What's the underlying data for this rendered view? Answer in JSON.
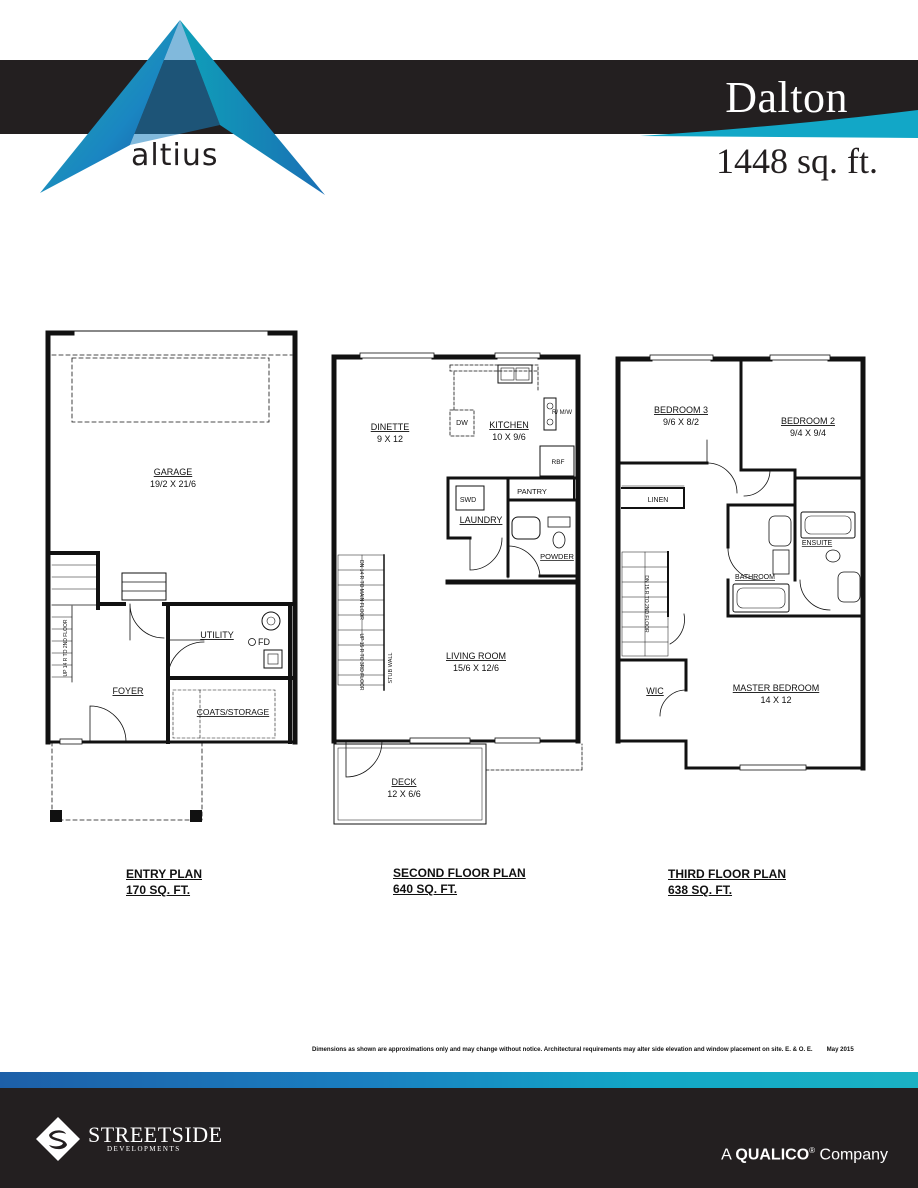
{
  "header": {
    "title": "Dalton",
    "sqft": "1448 sq. ft.",
    "brand": "altius"
  },
  "plans": {
    "entry": {
      "name": "ENTRY PLAN",
      "area": "170 SQ. FT.",
      "rooms": {
        "garage": "GARAGE",
        "garage_dim": "19/2 X 21/6",
        "utility": "UTILITY",
        "fd": "FD",
        "foyer": "FOYER",
        "coats": "COATS/STORAGE",
        "stair_note": "UP 14 R TO 2ND FLOOR"
      }
    },
    "second": {
      "name": "SECOND FLOOR PLAN",
      "area": "640 SQ. FT.",
      "rooms": {
        "dinette": "DINETTE",
        "dinette_dim": "9 X 12",
        "kitchen": "KITCHEN",
        "kitchen_dim": "10 X 9/6",
        "dw": "DW",
        "r_mw": "R/ M/W",
        "rbf": "RBF",
        "pantry": "PANTRY",
        "swd": "SWD",
        "laundry": "LAUNDRY",
        "powder": "POWDER",
        "living": "LIVING ROOM",
        "living_dim": "15/6 X 12/6",
        "deck": "DECK",
        "deck_dim": "12 X 6/6",
        "stub_wall": "STUB WALL",
        "stair_down": "DN 14 R TO MAIN FLOOR",
        "stair_up": "UP 15 R TO 3RD FLOOR"
      }
    },
    "third": {
      "name": "THIRD FLOOR PLAN",
      "area": "638 SQ. FT.",
      "rooms": {
        "bed3": "BEDROOM 3",
        "bed3_dim": "9/6 X 8/2",
        "bed2": "BEDROOM 2",
        "bed2_dim": "9/4 X 9/4",
        "linen": "LINEN",
        "bathroom": "BATHROOM",
        "ensuite": "ENSUITE",
        "wic": "WIC",
        "master": "MASTER BEDROOM",
        "master_dim": "14 X 12",
        "stair_down": "DN 15 R TO 2ND FLOOR"
      }
    }
  },
  "disclaimer": "Dimensions as shown are approximations only and may change without notice. Architectural requirements may alter side elevation and window placement on site. E. & O. E.",
  "date": "May 2015",
  "footer": {
    "brand": "STREETSIDE",
    "brand_sub": "DEVELOPMENTS",
    "company_prefix": "A",
    "company_name": "QUALICO",
    "company_reg": "®",
    "company_suffix": "Company"
  },
  "colors": {
    "dark": "#231f20",
    "teal": "#12a7c7",
    "blue": "#1d5fa8"
  }
}
